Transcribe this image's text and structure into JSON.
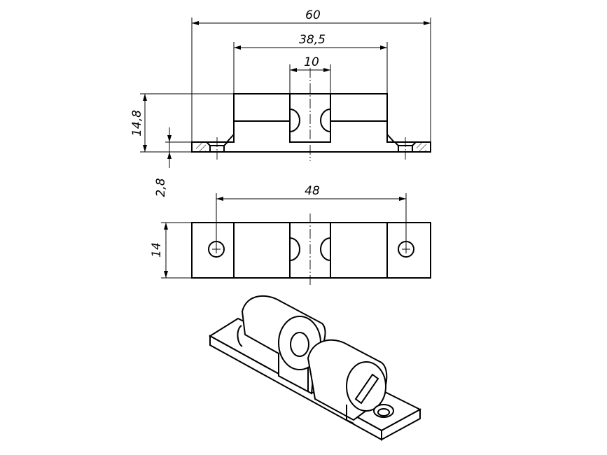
{
  "dimensions": {
    "overall_length": "60",
    "inner_length": "38,5",
    "gap_width": "10",
    "height": "14,8",
    "base_thickness": "2,8",
    "hole_spacing": "48",
    "width": "14"
  }
}
